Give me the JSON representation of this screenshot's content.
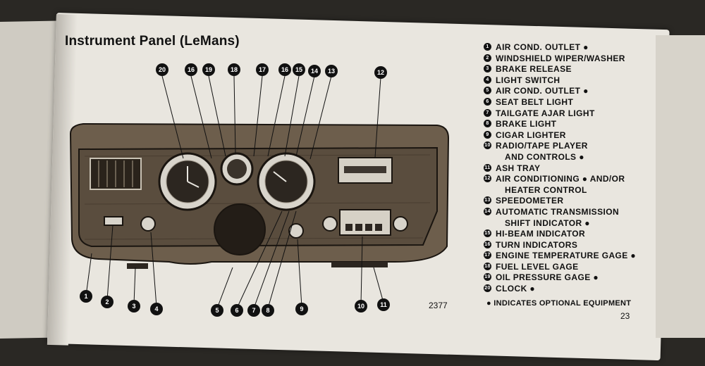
{
  "title": "Instrument Panel (LeMans)",
  "figure_number": "2377",
  "page_number": "23",
  "optional_note": "● INDICATES OPTIONAL EQUIPMENT",
  "legend": [
    {
      "n": "1",
      "line1": "AIR COND. OUTLET ●",
      "line2": ""
    },
    {
      "n": "2",
      "line1": "WINDSHIELD WIPER/WASHER",
      "line2": ""
    },
    {
      "n": "3",
      "line1": "BRAKE RELEASE",
      "line2": ""
    },
    {
      "n": "4",
      "line1": "LIGHT SWITCH",
      "line2": ""
    },
    {
      "n": "5",
      "line1": "AIR COND. OUTLET ●",
      "line2": ""
    },
    {
      "n": "6",
      "line1": "SEAT BELT LIGHT",
      "line2": ""
    },
    {
      "n": "7",
      "line1": "TAILGATE AJAR LIGHT",
      "line2": ""
    },
    {
      "n": "8",
      "line1": "BRAKE LIGHT",
      "line2": ""
    },
    {
      "n": "9",
      "line1": "CIGAR LIGHTER",
      "line2": ""
    },
    {
      "n": "10",
      "line1": "RADIO/TAPE PLAYER",
      "line2": "AND CONTROLS ●"
    },
    {
      "n": "11",
      "line1": "ASH TRAY",
      "line2": ""
    },
    {
      "n": "12",
      "line1": "AIR CONDITIONING ● AND/OR",
      "line2": "HEATER CONTROL"
    },
    {
      "n": "13",
      "line1": "SPEEDOMETER",
      "line2": ""
    },
    {
      "n": "14",
      "line1": "AUTOMATIC TRANSMISSION",
      "line2": "SHIFT INDICATOR ●"
    },
    {
      "n": "15",
      "line1": "HI-BEAM INDICATOR",
      "line2": ""
    },
    {
      "n": "16",
      "line1": "TURN INDICATORS",
      "line2": ""
    },
    {
      "n": "17",
      "line1": "ENGINE TEMPERATURE GAGE ●",
      "line2": ""
    },
    {
      "n": "18",
      "line1": "FUEL LEVEL GAGE",
      "line2": ""
    },
    {
      "n": "19",
      "line1": "OIL PRESSURE GAGE ●",
      "line2": ""
    },
    {
      "n": "20",
      "line1": "CLOCK ●",
      "line2": ""
    }
  ],
  "callouts_top": [
    "20",
    "16",
    "19",
    "18",
    "17",
    "16",
    "15",
    "14",
    "13",
    "12"
  ],
  "callouts_bottom": [
    "1",
    "2",
    "3",
    "4",
    "5",
    "6",
    "7",
    "8",
    "9",
    "10",
    "11"
  ]
}
